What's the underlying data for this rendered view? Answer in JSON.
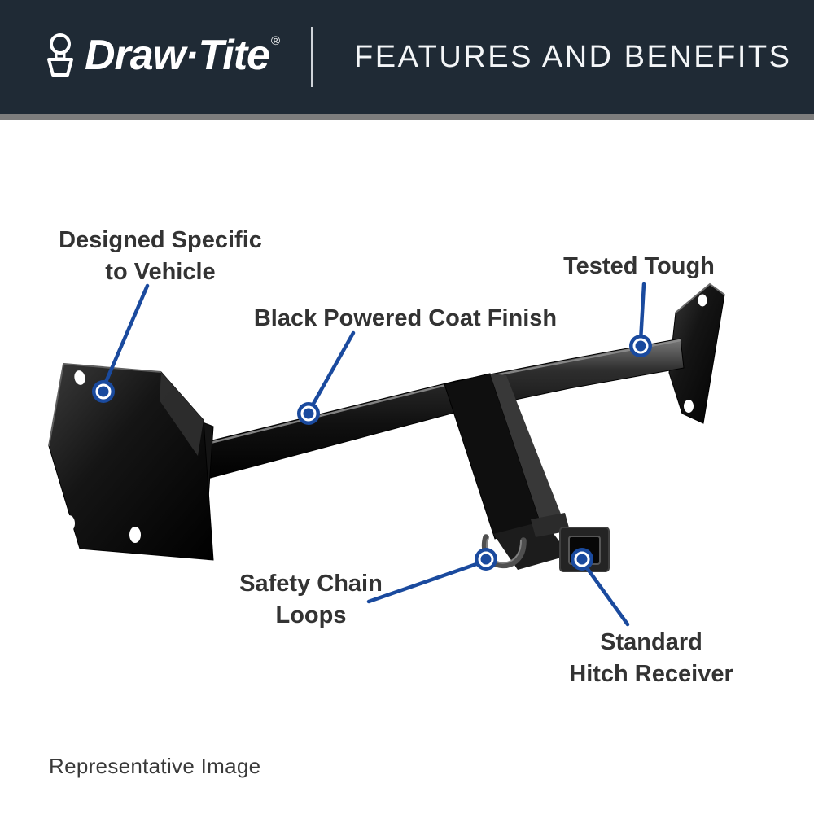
{
  "header": {
    "brand": "Draw·Tite",
    "registered": "®",
    "title": "FEATURES AND BENEFITS"
  },
  "callouts": {
    "designed_specific": {
      "line1": "Designed Specific",
      "line2": "to Vehicle"
    },
    "coat_finish": {
      "line1": "Black Powered Coat Finish"
    },
    "tested_tough": {
      "line1": "Tested Tough"
    },
    "safety_chain": {
      "line1": "Safety Chain",
      "line2": "Loops"
    },
    "hitch_receiver": {
      "line1": "Standard",
      "line2": "Hitch Receiver"
    }
  },
  "footer": {
    "note": "Representative Image"
  },
  "colors": {
    "header_bg": "#1f2a35",
    "accent_blue": "#1a4a9e",
    "label_text": "#333333",
    "divider_gray": "#7d7d7d"
  }
}
